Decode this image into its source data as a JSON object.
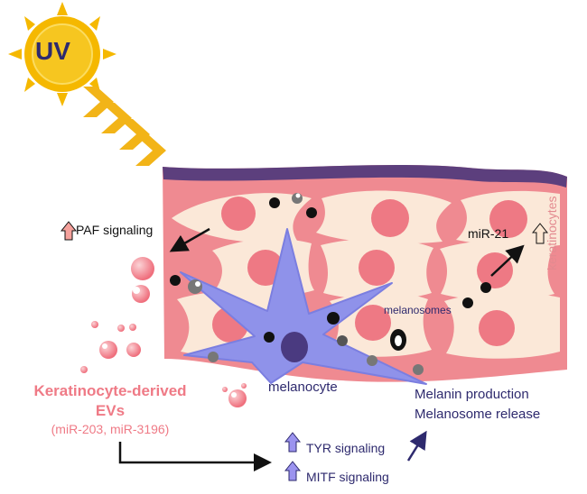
{
  "labels": {
    "uv": "UV",
    "paf_signaling": "PAF signaling",
    "mir21": "miR-21",
    "keratinocytes": "keratinocytes",
    "melanosomes": "melanosomes",
    "melanocyte": "melanocyte",
    "evs_title": "Keratinocyte-derived EVs",
    "evs_mirs": "(miR-203, miR-3196)",
    "melanin_production": "Melanin production",
    "melanosome_release": "Melanosome release",
    "tyr_signaling": "TYR signaling",
    "mitf_signaling": "MITF signaling"
  },
  "colors": {
    "sun": "#f5b800",
    "sun_face": "#f6c620",
    "rays": "#f2b418",
    "skin_tissue": "#ef8a91",
    "skin_top": "#5c3f7d",
    "cell_body": "#fbe8d8",
    "nucleus": "#ee7984",
    "melanocyte": "#8f92ea",
    "melanocyte_nucleus": "#4a3a80",
    "text_navy": "#2e2a6e",
    "text_pink": "#ef7a86",
    "arrow_up_pink": "#f5a19c",
    "arrow_up_purple": "#9b93ef"
  },
  "icons": [
    "sun-icon",
    "chevron-rays-icon",
    "up-arrow-icon",
    "arrow-icon",
    "extracellular-vesicle-icon",
    "melanosome-icon"
  ]
}
